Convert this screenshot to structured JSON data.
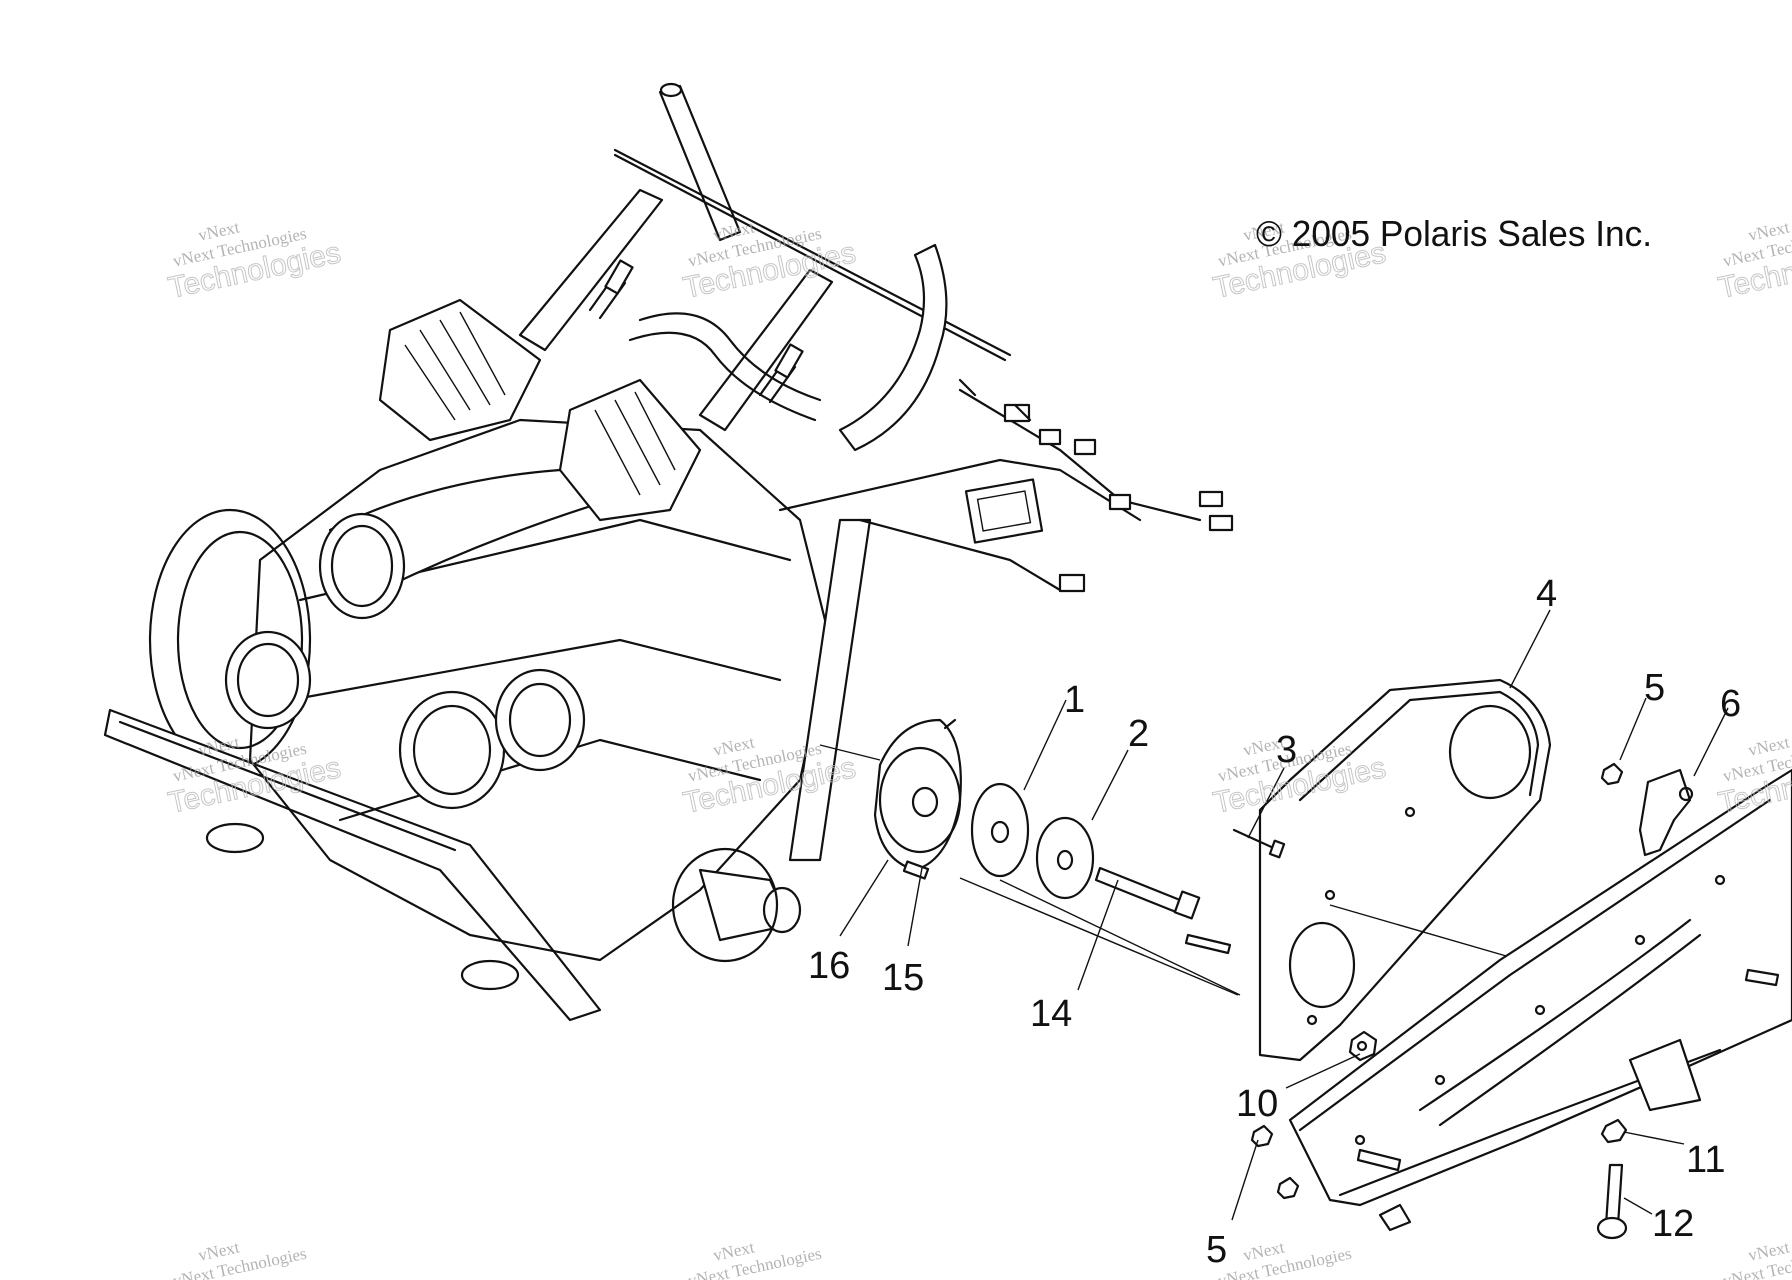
{
  "copyright": "© 2005 Polaris Sales Inc.",
  "watermark": {
    "line1": "vNext",
    "line2": "vNext Technologies",
    "line3": "Technologies"
  },
  "callouts": {
    "c1": "1",
    "c2": "2",
    "c3": "3",
    "c4": "4",
    "c5a": "5",
    "c5b": "5",
    "c6": "6",
    "c10": "10",
    "c11": "11",
    "c12": "12",
    "c14": "14",
    "c15": "15",
    "c16": "16"
  }
}
